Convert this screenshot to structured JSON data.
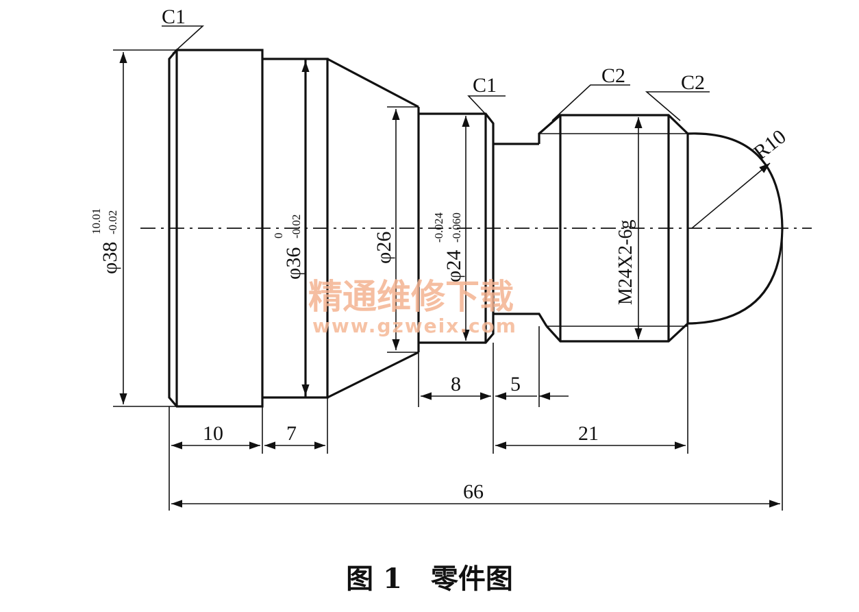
{
  "caption": {
    "figure": "图 1",
    "title": "零件图"
  },
  "watermark": {
    "line1": "精通维修下载",
    "line2": "www.gzweix.com"
  },
  "chamfers": {
    "left": "C1",
    "middle": "C1",
    "thread_left": "C2",
    "thread_right": "C2"
  },
  "radius": "R10",
  "diameters": {
    "d38": {
      "base": "φ38",
      "upper": "10.01",
      "lower": "-0.02"
    },
    "d36": {
      "base": "φ36",
      "upper": "0",
      "lower": "-0.02"
    },
    "d26": {
      "base": "φ26"
    },
    "d24": {
      "base": "φ24",
      "upper": "-0.024",
      "lower": "-0.060"
    },
    "thread": "M24X2-6g"
  },
  "lengths": {
    "l10": "10",
    "l7": "7",
    "l8": "8",
    "l5": "5",
    "l21": "21",
    "l66": "66"
  },
  "colors": {
    "line": "#111111",
    "watermark": "#f4b391"
  }
}
